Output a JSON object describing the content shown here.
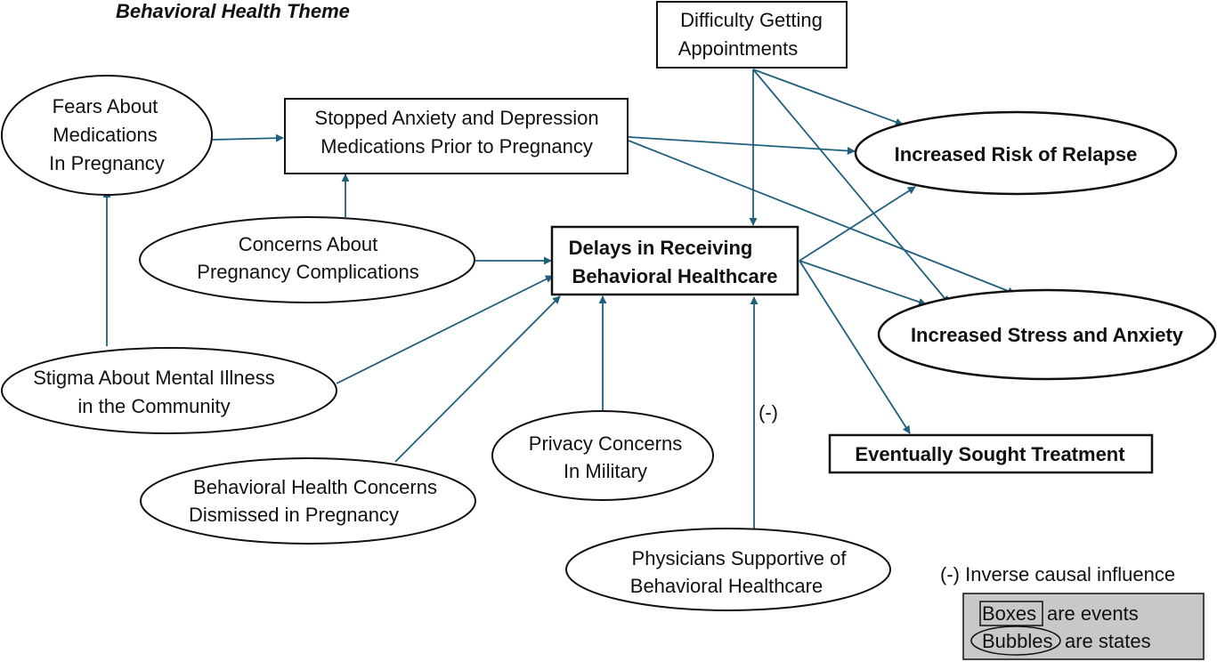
{
  "title": "Behavioral Health Theme",
  "colors": {
    "arrow": "#1f5f7e",
    "outline": "#111111",
    "legend_bg": "#c8c8c8"
  },
  "nodes": {
    "fears": {
      "shape": "ellipse",
      "lines": [
        "Fears About",
        "Medications",
        "In Pregnancy"
      ]
    },
    "stopped": {
      "shape": "box",
      "lines": [
        "Stopped Anxiety and Depression",
        "Medications Prior to Pregnancy"
      ]
    },
    "difficulty": {
      "shape": "box",
      "lines": [
        "Difficulty Getting",
        "Appointments"
      ]
    },
    "relapse": {
      "shape": "ellipse",
      "lines": [
        "Increased Risk of Relapse"
      ]
    },
    "complications": {
      "shape": "ellipse",
      "lines": [
        "Concerns About",
        "Pregnancy Complications"
      ]
    },
    "delays": {
      "shape": "box",
      "lines": [
        "Delays in Receiving",
        "Behavioral Healthcare"
      ]
    },
    "stress": {
      "shape": "ellipse",
      "lines": [
        "Increased Stress and Anxiety"
      ]
    },
    "stigma": {
      "shape": "ellipse",
      "lines": [
        "Stigma About Mental Illness",
        "in the Community"
      ]
    },
    "privacy": {
      "shape": "ellipse",
      "lines": [
        "Privacy Concerns",
        "In Military"
      ]
    },
    "treatment": {
      "shape": "box",
      "lines": [
        "Eventually Sought Treatment"
      ]
    },
    "dismissed": {
      "shape": "ellipse",
      "lines": [
        "Behavioral Health Concerns",
        "Dismissed in Pregnancy"
      ]
    },
    "physicians": {
      "shape": "ellipse",
      "lines": [
        "Physicians Supportive of",
        "Behavioral Healthcare"
      ]
    }
  },
  "edges": [
    {
      "from": "fears",
      "to": "stopped"
    },
    {
      "from": "stigma",
      "to": "fears"
    },
    {
      "from": "complications",
      "to": "stopped"
    },
    {
      "from": "complications",
      "to": "delays"
    },
    {
      "from": "stigma",
      "to": "delays"
    },
    {
      "from": "dismissed",
      "to": "delays"
    },
    {
      "from": "privacy",
      "to": "delays"
    },
    {
      "from": "physicians",
      "to": "delays",
      "label": "(-)"
    },
    {
      "from": "difficulty",
      "to": "delays"
    },
    {
      "from": "difficulty",
      "to": "relapse"
    },
    {
      "from": "difficulty",
      "to": "stress"
    },
    {
      "from": "stopped",
      "to": "relapse"
    },
    {
      "from": "stopped",
      "to": "stress"
    },
    {
      "from": "delays",
      "to": "relapse"
    },
    {
      "from": "delays",
      "to": "stress"
    },
    {
      "from": "delays",
      "to": "treatment"
    }
  ],
  "legend": {
    "inverse": "(-) Inverse causal influence",
    "boxes_word": "Boxes",
    "boxes_rest": "are events",
    "bubbles_word": "Bubbles",
    "bubbles_rest": "are states"
  }
}
